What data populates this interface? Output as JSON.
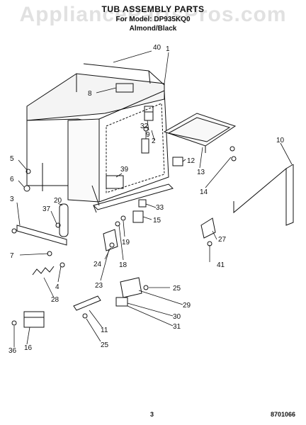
{
  "header": {
    "title": "TUB ASSEMBLY PARTS",
    "model": "For Model: DP935KQ0",
    "color": "Almond/Black"
  },
  "watermark": "AppliancePartsPros.com",
  "footer": {
    "page_number": "3",
    "doc_code": "8701066"
  },
  "callouts": [
    "40",
    "1",
    "8",
    "9",
    "2",
    "32",
    "10",
    "13",
    "12",
    "14",
    "5",
    "6",
    "3",
    "39",
    "33",
    "20",
    "37",
    "15",
    "27",
    "7",
    "24",
    "19",
    "18",
    "41",
    "4",
    "28",
    "23",
    "25",
    "29",
    "30",
    "31",
    "11",
    "25",
    "36",
    "16"
  ]
}
